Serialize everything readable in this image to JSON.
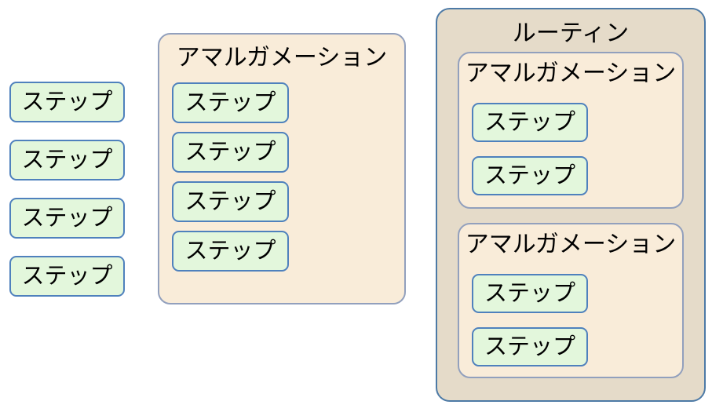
{
  "colors": {
    "step_fill": "#e3f7dc",
    "step_border": "#4f81bd",
    "amalgamation_fill": "#f9ecd9",
    "amalgamation_border": "#92a0bd",
    "routine_fill": "#e5dbc9",
    "routine_border": "#4d7aa6",
    "text_color": "#000000",
    "page_background": "#ffffff"
  },
  "diagram": {
    "standalone_steps": [
      "ステップ",
      "ステップ",
      "ステップ",
      "ステップ"
    ],
    "amalgamation": {
      "title": "アマルガメーション",
      "steps": [
        "ステップ",
        "ステップ",
        "ステップ",
        "ステップ"
      ]
    },
    "routine": {
      "title": "ルーティン",
      "amalgamations": [
        {
          "title": "アマルガメーション",
          "steps": [
            "ステップ",
            "ステップ"
          ]
        },
        {
          "title": "アマルガメーション",
          "steps": [
            "ステップ",
            "ステップ"
          ]
        }
      ]
    }
  }
}
